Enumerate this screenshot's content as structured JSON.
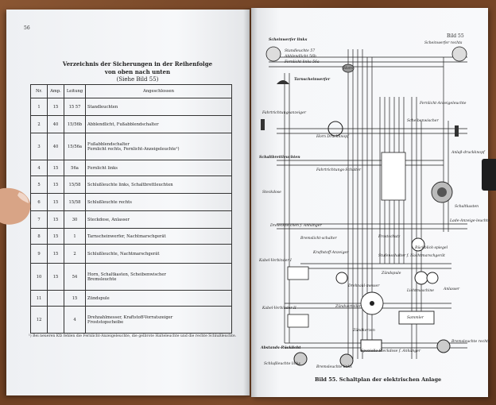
{
  "left_page": {
    "page_number": "56",
    "title": "Verzeichnis der Sicherungen in der Reihenfolge",
    "subtitle": "von oben nach unten",
    "reference": "(Siehe Bild 55)",
    "table": {
      "headers": [
        "Nr.",
        "Amp.",
        "Leitung",
        "Angeschlossen"
      ],
      "rows": [
        [
          "1",
          "15",
          "15 57",
          "Standleuchten"
        ],
        [
          "2",
          "40",
          "15/56b",
          "Abblendlicht, Fußabblendschalter"
        ],
        [
          "3",
          "40",
          "15/56a",
          "Fußabblendschalter\nFernlicht rechts, Fernlicht-Anzeigeleuchte¹)"
        ],
        [
          "4",
          "15",
          "56a",
          "Fernlicht links"
        ],
        [
          "5",
          "15",
          "15/58",
          "Schlußleuchte links, Schaltbrettleuchten"
        ],
        [
          "6",
          "15",
          "15/58",
          "Schlußleuchte rechts"
        ],
        [
          "7",
          "15",
          "30",
          "Steckdose, Anlasser"
        ],
        [
          "8",
          "15",
          "1",
          "Tarnscheinwerfer, Nachtmarschgerät"
        ],
        [
          "9",
          "15",
          "2",
          "Schlußleuchte, Nachtmarschgerät"
        ],
        [
          "10",
          "15",
          "54",
          "Horn, Schaltkasten, Scheibenwischer\nBremsleuchte"
        ],
        [
          "11",
          "",
          "15",
          "Zündspule"
        ],
        [
          "12",
          "",
          "4",
          "Drehzahlmesser, Kraftstoff-Vorratszeiger\nFroststopscheibe"
        ]
      ]
    },
    "footnote": "¹) Bei neueren Kfz fehlen die Fernlicht-Anzeigeleuchte, die gelbrote Halteleuchte und die rechte Schlußleuchte."
  },
  "right_page": {
    "page_number": "Bild 55",
    "caption": "Bild 55. Schaltplan der elektrischen Anlage",
    "labels": {
      "scheinwerfer_links": "Scheinwerfer links",
      "scheinwerfer_rechts": "Scheinwerfer rechts",
      "standleuchte": "Standleuchte 57",
      "abblendlicht": "Abblendlicht 56b",
      "fernlicht_links": "Fernlicht links 56a",
      "horn": "Horn",
      "tarnscheinwerfer": "Tarnscheinwerfer",
      "fahrtrichtungsanzeiger": "Fahrtrichtungsanzeiger",
      "fernlicht_anzeige": "Fernlicht-Anzeigeleuchte",
      "scheibenwischer": "Scheibenwischer",
      "horn_druckknopf": "Horn Druckknopf",
      "schaltbrettleuchten": "Schaltbrettleuchten",
      "fahrtrichtungs_schalter": "Fahrtrichtungs-Schalter",
      "anlass_druckknopf": "Anlaß-druckknopf",
      "steckdose": "Steckdose",
      "schaltkasten": "Schaltkasten",
      "ladeanzeige": "Lade-Anzeige-leuchte",
      "dreieckzeichen": "Dreieckzeichen f. Anhänger",
      "bremslichtschalter": "Bremslicht-schalter",
      "frostschutz": "Frostschutz",
      "kraftstoffanzeiger": "Kraftstoff-Anzeiger",
      "kabelverbinder_1": "Kabel-Verbinder I",
      "kabelverbinder_2": "Kabel-Verbinder II",
      "stufenschalter": "Stufenschalter f. Nachtmarschgerät",
      "rueckblickspiegel": "Rückblick-spiegel",
      "zuendspule": "Zündspule",
      "drehzahlmesser": "Drehzahl-messer",
      "lichtmaschine": "Lichtmaschine",
      "anlasser": "Anlasser",
      "zuendverteiler": "Zündverteiler",
      "sammler": "Sammler",
      "zuendkerzen": "Zündkerzen",
      "abstands_ruecklicht": "Abstands-Rücklicht",
      "steckdose_anhaenger": "Spezielle Steckdose f. Anhänger",
      "bremsleuchte_rechts": "Bremsleuchte rechts",
      "schlussleuchte_links": "Schlußleuchte links",
      "bremsleuchte_links": "Bremsleuchte links"
    }
  }
}
